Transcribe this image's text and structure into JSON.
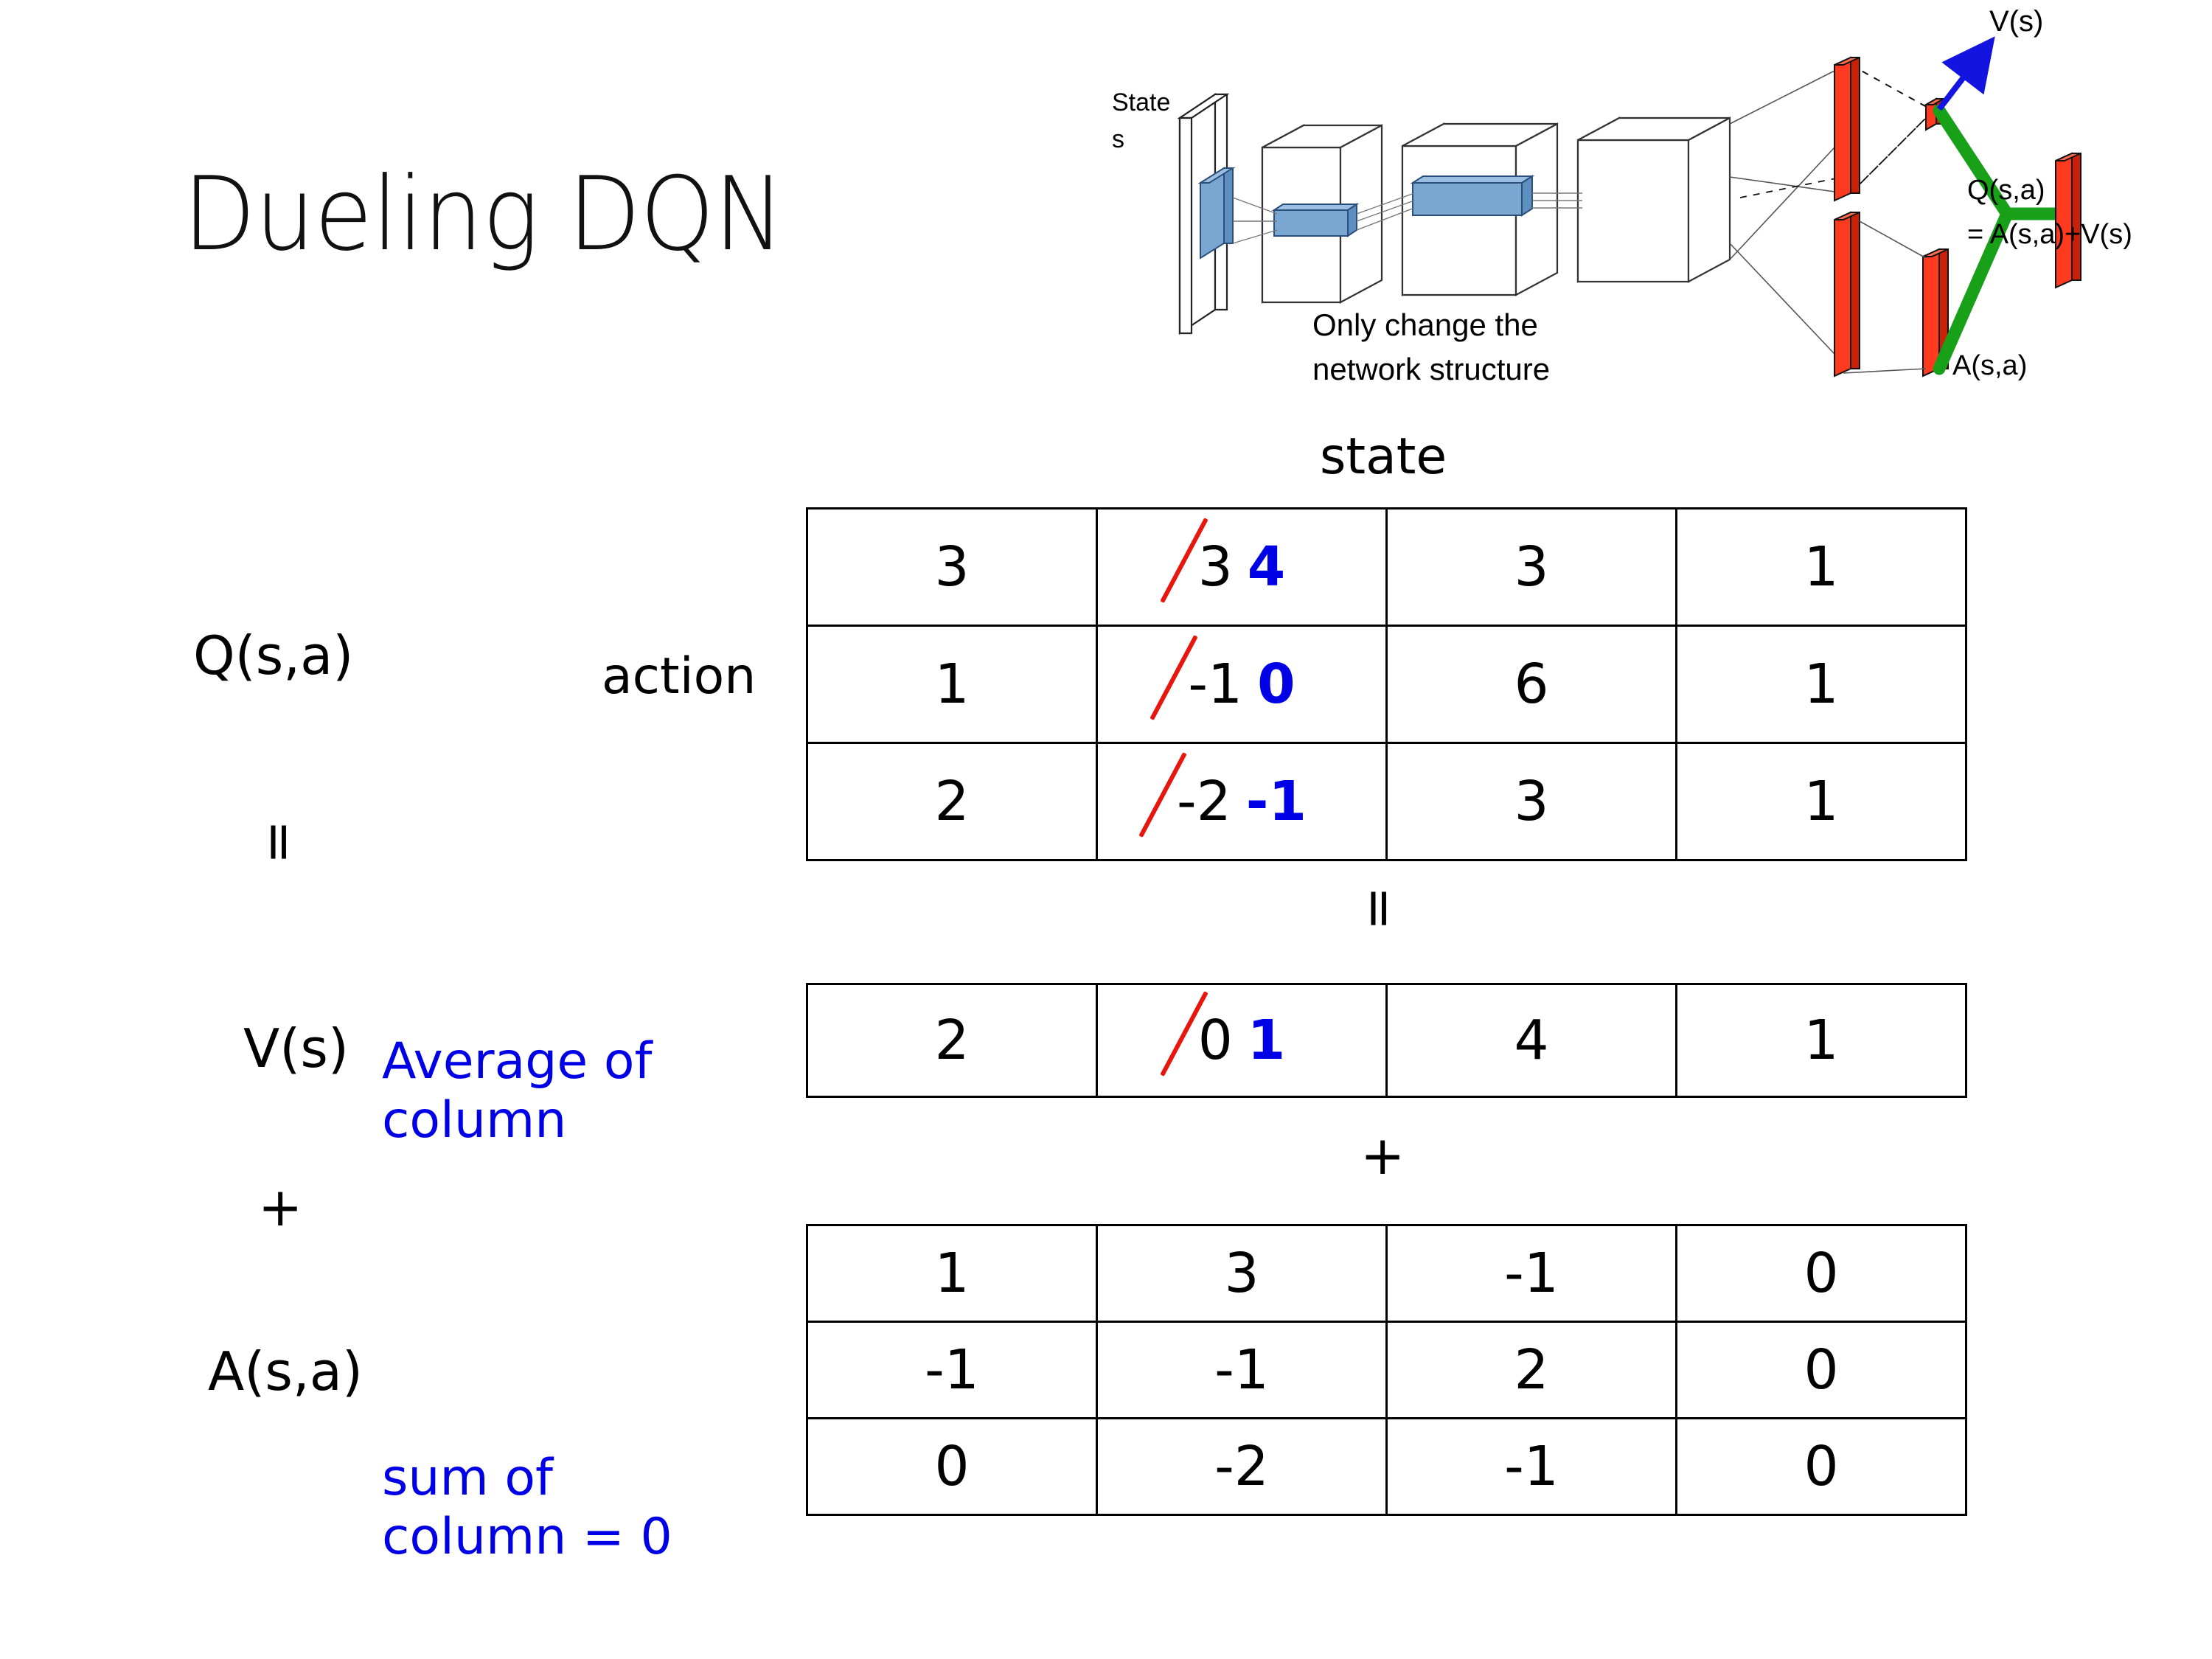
{
  "title": "Dueling DQN",
  "colors": {
    "blue": "#0000E6",
    "red_strike": "#E8160C",
    "green": "#17A018",
    "bar_red": "#FF2A17",
    "filter_blue": "#6699CC"
  },
  "diagram": {
    "input_label_line1": "State",
    "input_label_line2": "s",
    "note_line1": "Only change the",
    "note_line2": "network structure",
    "value_label": "V(s)",
    "advantage_label": "A(s,a)",
    "q_label_line1": "Q(s,a)",
    "q_label_line2": "= A(s,a)+V(s)"
  },
  "labels": {
    "state_axis": "state",
    "action_axis": "action",
    "q_label": "Q(s,a)",
    "v_label": "V(s)",
    "a_label": "A(s,a)",
    "equals": "=",
    "plus": "+",
    "avg_note_line1": "Average of",
    "avg_note_line2": "column",
    "sum_note_line1": "sum of",
    "sum_note_line2": "column = 0"
  },
  "chart_data": {
    "type": "table",
    "title": "Dueling DQN decomposition Q(s,a) = V(s) + A(s,a)",
    "axis_labels": {
      "columns": "state",
      "rows": "action"
    },
    "tables": [
      {
        "name": "Q(s,a)",
        "rows": 3,
        "cols": 4,
        "values": [
          [
            3,
            3,
            3,
            1
          ],
          [
            1,
            -1,
            6,
            1
          ],
          [
            2,
            -2,
            3,
            1
          ]
        ],
        "display": [
          [
            {
              "text": "3"
            },
            {
              "text": "3",
              "struck": true,
              "replacement": "4"
            },
            {
              "text": "3"
            },
            {
              "text": "1"
            }
          ],
          [
            {
              "text": "1"
            },
            {
              "text": "-1",
              "struck": true,
              "replacement": "0"
            },
            {
              "text": "6"
            },
            {
              "text": "1"
            }
          ],
          [
            {
              "text": "2"
            },
            {
              "text": "-2",
              "struck": true,
              "replacement": "-1"
            },
            {
              "text": "3"
            },
            {
              "text": "1"
            }
          ]
        ]
      },
      {
        "name": "V(s)",
        "rows": 1,
        "cols": 4,
        "values": [
          [
            2,
            0,
            4,
            1
          ]
        ],
        "display": [
          [
            {
              "text": "2"
            },
            {
              "text": "0",
              "struck": true,
              "replacement": "1"
            },
            {
              "text": "4"
            },
            {
              "text": "1"
            }
          ]
        ]
      },
      {
        "name": "A(s,a)",
        "rows": 3,
        "cols": 4,
        "values": [
          [
            1,
            3,
            -1,
            0
          ],
          [
            -1,
            -1,
            2,
            0
          ],
          [
            0,
            -2,
            -1,
            0
          ]
        ],
        "display": [
          [
            {
              "text": "1"
            },
            {
              "text": "3"
            },
            {
              "text": "-1"
            },
            {
              "text": "0"
            }
          ],
          [
            {
              "text": "-1"
            },
            {
              "text": "-1"
            },
            {
              "text": "2"
            },
            {
              "text": "0"
            }
          ],
          [
            {
              "text": "0"
            },
            {
              "text": "-2"
            },
            {
              "text": "-1"
            },
            {
              "text": "0"
            }
          ]
        ]
      }
    ],
    "operators": [
      "=",
      "+"
    ]
  }
}
